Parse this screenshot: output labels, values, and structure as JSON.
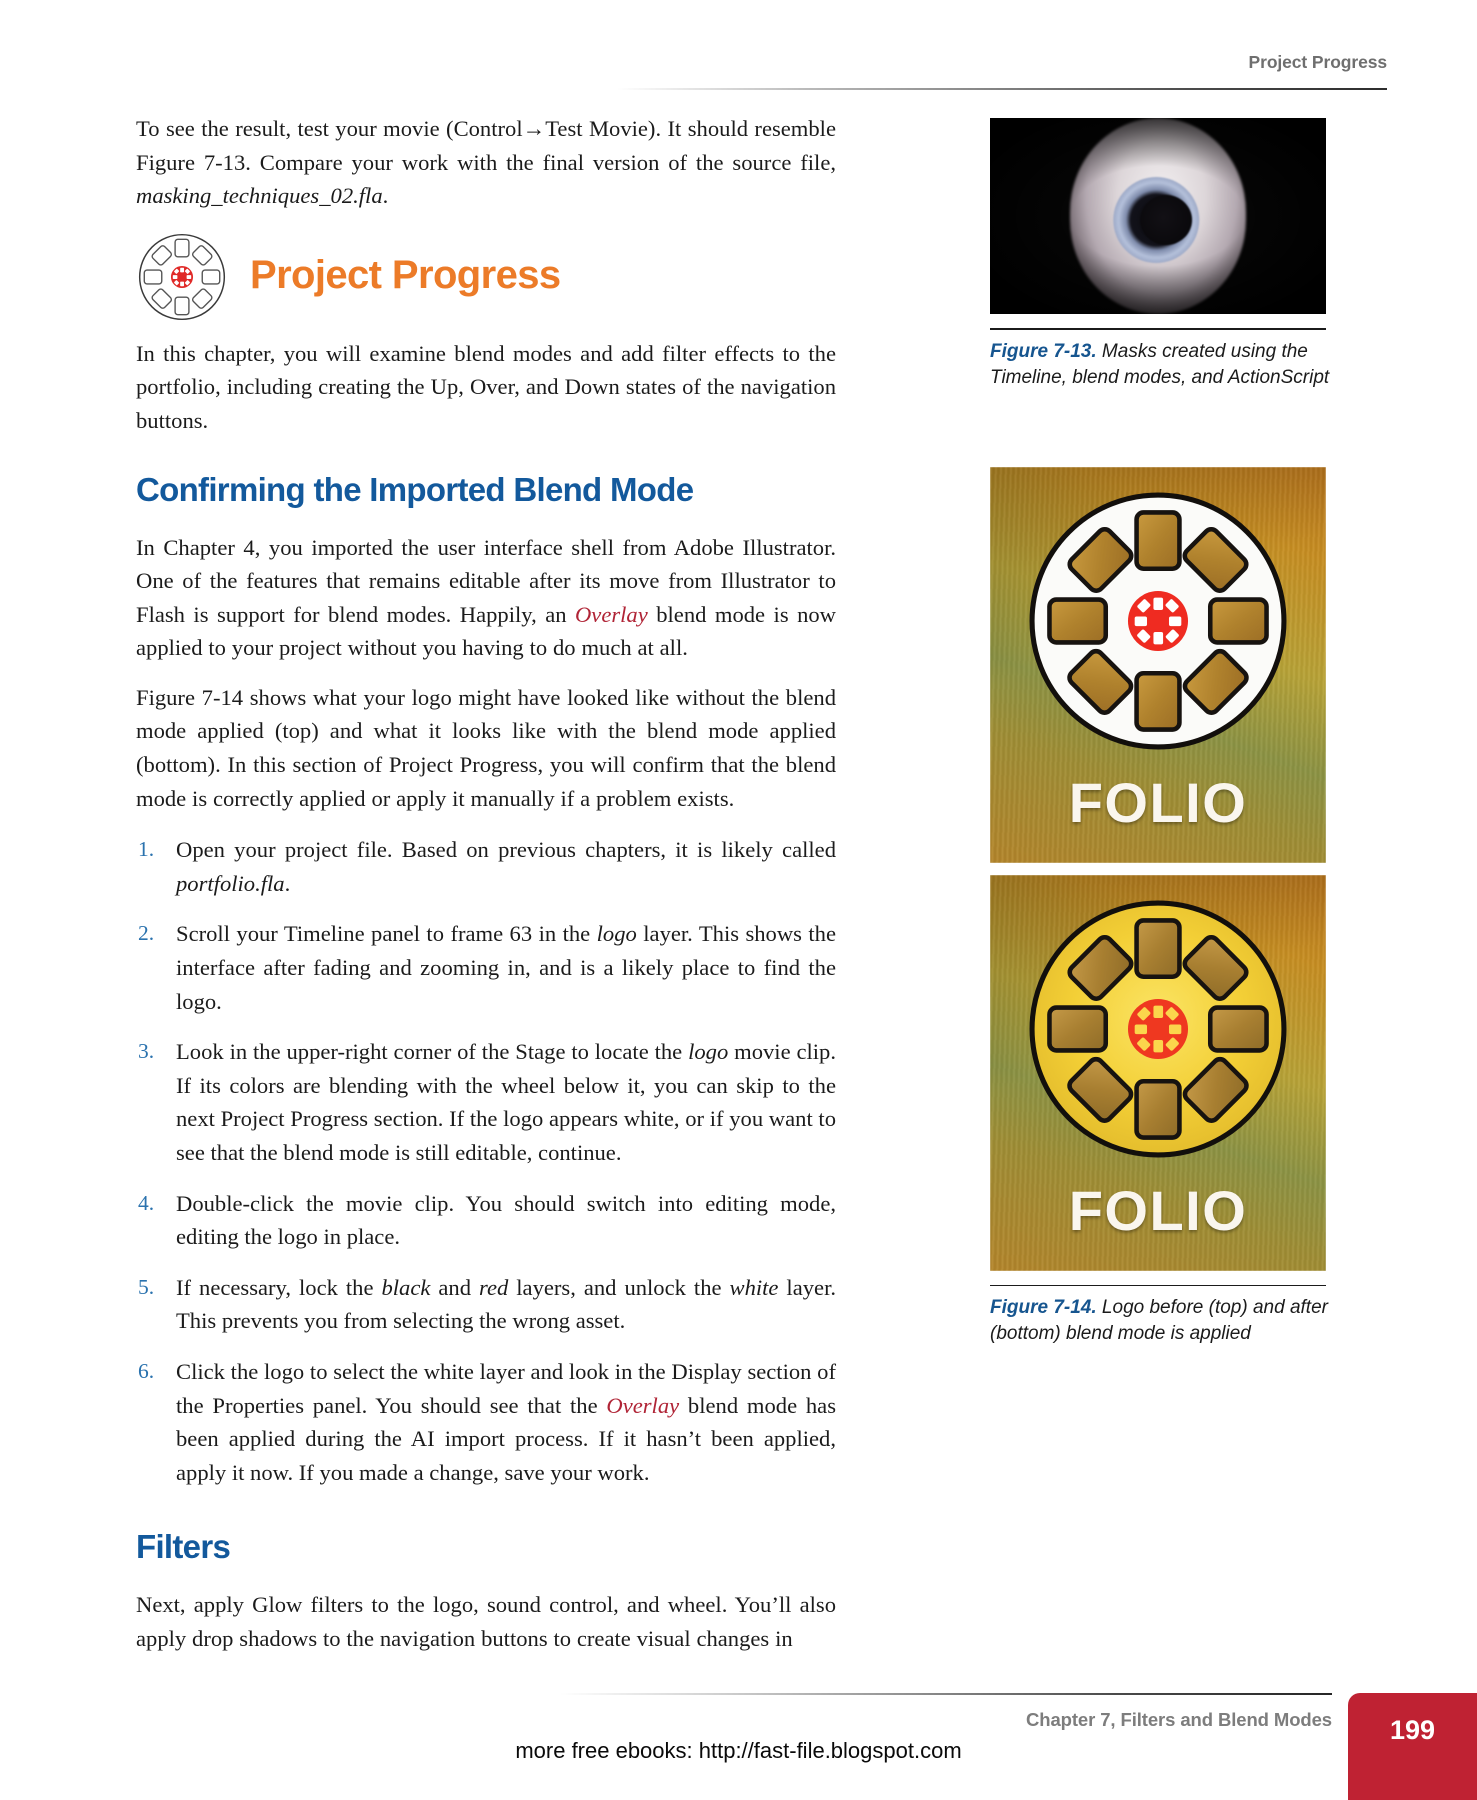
{
  "header": {
    "running_head": "Project Progress"
  },
  "main": {
    "intro_paragraph_html": "To see the result, test your movie (Control→Test Movie). It should resemble Figure 7-13. Compare your work with the final version of the source file, <span class=\"it\">masking_techniques_02.fla</span>.",
    "project_progress": {
      "title": "Project Progress",
      "icon": "project-wheel-icon",
      "paragraph": "In this chapter, you will examine blend modes and add filter effects to the portfolio, including creating the Up, Over, and Down states of the navigation buttons."
    },
    "section_confirming": {
      "heading": "Confirming the Imported Blend Mode",
      "paragraph_1_html": "In Chapter 4, you imported the user interface shell from Adobe Illustrator. One of the features that remains editable after its move from Illustrator to Flash is support for blend modes. Happily, an <span class=\"red-it\">Overlay</span> blend mode is now applied to your project without you having to do much at all.",
      "paragraph_2": "Figure 7-14 shows what your logo might have looked like without the blend mode applied (top) and what it looks like with the blend mode applied (bottom). In this section of Project Progress, you will confirm that the blend mode is correctly applied or apply it manually if a problem exists.",
      "steps": [
        {
          "num": "1.",
          "html": "Open your project file. Based on previous chapters, it is likely called <span class=\"it\">portfolio.fla</span>."
        },
        {
          "num": "2.",
          "html": "Scroll your Timeline panel to frame 63 in the <span class=\"it\">logo</span> layer. This shows the interface after fading and zooming in, and is a likely place to find the logo."
        },
        {
          "num": "3.",
          "html": "Look in the upper-right corner of the Stage to locate the <span class=\"it\">logo</span> movie clip. If its colors are blending with the wheel below it, you can skip to the next Project Progress section. If the logo appears white, or if you want to see that the blend mode is still editable, continue."
        },
        {
          "num": "4.",
          "html": "Double-click the movie clip. You should switch into editing mode, editing the logo in place."
        },
        {
          "num": "5.",
          "html": "If necessary, lock the <span class=\"it\">black</span> and <span class=\"it\">red</span> layers, and unlock the <span class=\"it\">white</span> layer. This prevents you from selecting the wrong asset."
        },
        {
          "num": "6.",
          "html": "Click the logo to select the white layer and look in the Display section of the Properties panel. You should see that the <span class=\"red-it\">Overlay</span> blend mode has been applied during the AI import process. If it hasn’t been applied, apply it now. If you made a change, save your work."
        }
      ]
    },
    "section_filters": {
      "heading": "Filters",
      "paragraph": "Next, apply Glow filters to the logo, sound control, and wheel. You’ll also apply drop shadows to the navigation buttons to create visual changes in"
    }
  },
  "figures": [
    {
      "id": "figure-7-13",
      "label": "Figure 7-13.",
      "caption": " Masks created using the Timeline, blend modes, and ActionScript",
      "image_name": "eye-photograph"
    },
    {
      "id": "figure-7-14",
      "label": "Figure 7-14.",
      "caption": " Logo before (top) and after (bottom) blend mode is applied",
      "image_top_name": "logo-wheel-white-no-blend",
      "image_bottom_name": "logo-wheel-gold-overlay-blend",
      "logo_word": "FOLIO"
    }
  ],
  "footer": {
    "chapter_line": "Chapter 7, Filters and Blend Modes",
    "page_number": "199",
    "ebooks_line": "more free ebooks:  http://fast-file.blogspot.com"
  },
  "colors": {
    "heading_blue": "#13599c",
    "caption_blue": "#16558f",
    "accent_orange": "#ec7b28",
    "step_number_blue": "#2a72ae",
    "emphasis_red": "#b02436",
    "page_tab_red": "#bf2233",
    "running_head_gray": "#6f6f6f"
  }
}
